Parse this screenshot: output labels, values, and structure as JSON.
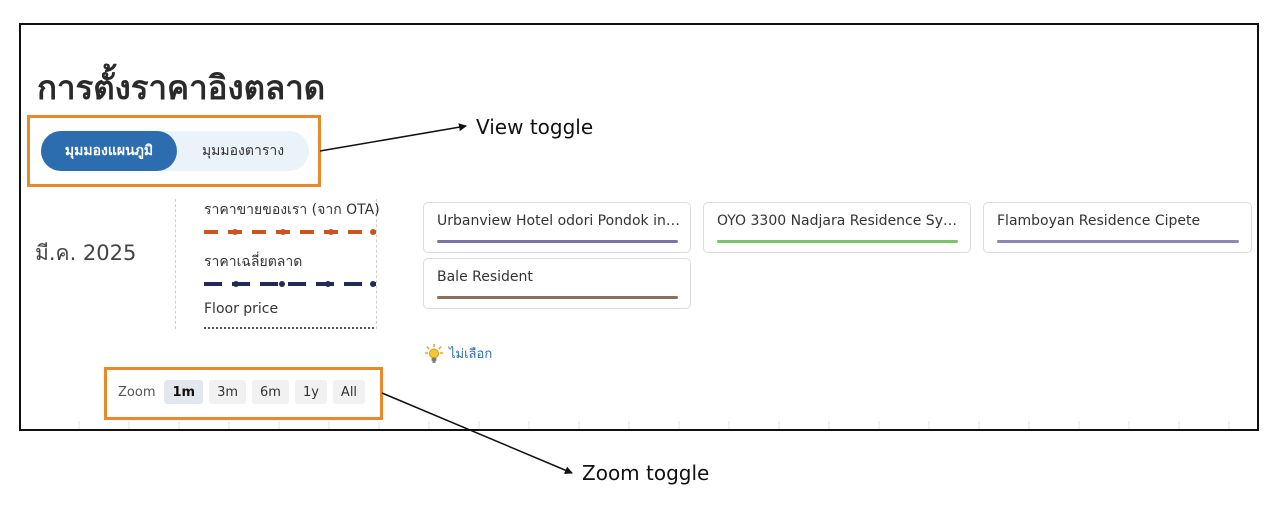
{
  "page": {
    "title": "การตั้งราคาอิงตลาด"
  },
  "view_toggle": {
    "chart_view": "มุมมองแผนภูมิ",
    "table_view": "มุมมองตาราง",
    "active": "chart_view"
  },
  "month": "มี.ค. 2025",
  "legend": {
    "our_price": {
      "label": "ราคาขายของเรา (จาก OTA)",
      "color": "#c9541f"
    },
    "market_avg": {
      "label": "ราคาเฉลี่ยตลาด",
      "color": "#232a54"
    },
    "floor_price": {
      "label": "Floor price",
      "color": "#555555"
    }
  },
  "hotels": [
    {
      "name": "Urbanview Hotel odori Pondok indah",
      "color": "#7b73a6"
    },
    {
      "name": "OYO 3300 Nadjara Residence Sy…",
      "color": "#7cc36b"
    },
    {
      "name": "Flamboyan Residence Cipete",
      "color": "#8f86b8"
    },
    {
      "name": "Bale Resident",
      "color": "#8d6e5e"
    }
  ],
  "no_select": {
    "label": "ไม่เลือก",
    "icon": "lightbulb-icon"
  },
  "zoom": {
    "label": "Zoom",
    "options": [
      "1m",
      "3m",
      "6m",
      "1y",
      "All"
    ],
    "active": "1m"
  },
  "annotations": {
    "view_toggle": "View toggle",
    "zoom_toggle": "Zoom toggle"
  },
  "colors": {
    "accent": "#2c6db0",
    "annotation": "#e8892b"
  }
}
